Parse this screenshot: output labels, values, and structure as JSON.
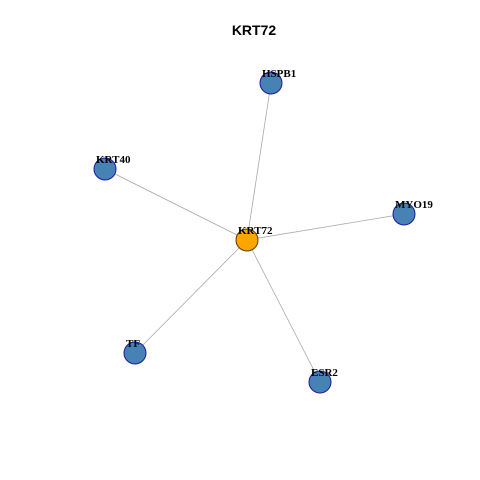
{
  "title": "KRT72",
  "colors": {
    "center_fill": "#FFA500",
    "center_stroke": "#5a3a00",
    "leaf_fill": "#4682B4",
    "leaf_stroke": "#1a1aa0",
    "edge": "#a9a9a9"
  },
  "nodes": [
    {
      "id": "KRT72",
      "label": "KRT72",
      "role": "center"
    },
    {
      "id": "HSPB1",
      "label": "HSPB1",
      "role": "leaf"
    },
    {
      "id": "KRT40",
      "label": "KRT40",
      "role": "leaf"
    },
    {
      "id": "MYO19",
      "label": "MYO19",
      "role": "leaf"
    },
    {
      "id": "TF",
      "label": "TF",
      "role": "leaf"
    },
    {
      "id": "ESR2",
      "label": "ESR2",
      "role": "leaf"
    }
  ],
  "edges": [
    {
      "source": "KRT72",
      "target": "HSPB1"
    },
    {
      "source": "KRT72",
      "target": "KRT40"
    },
    {
      "source": "KRT72",
      "target": "MYO19"
    },
    {
      "source": "KRT72",
      "target": "TF"
    },
    {
      "source": "KRT72",
      "target": "ESR2"
    }
  ]
}
